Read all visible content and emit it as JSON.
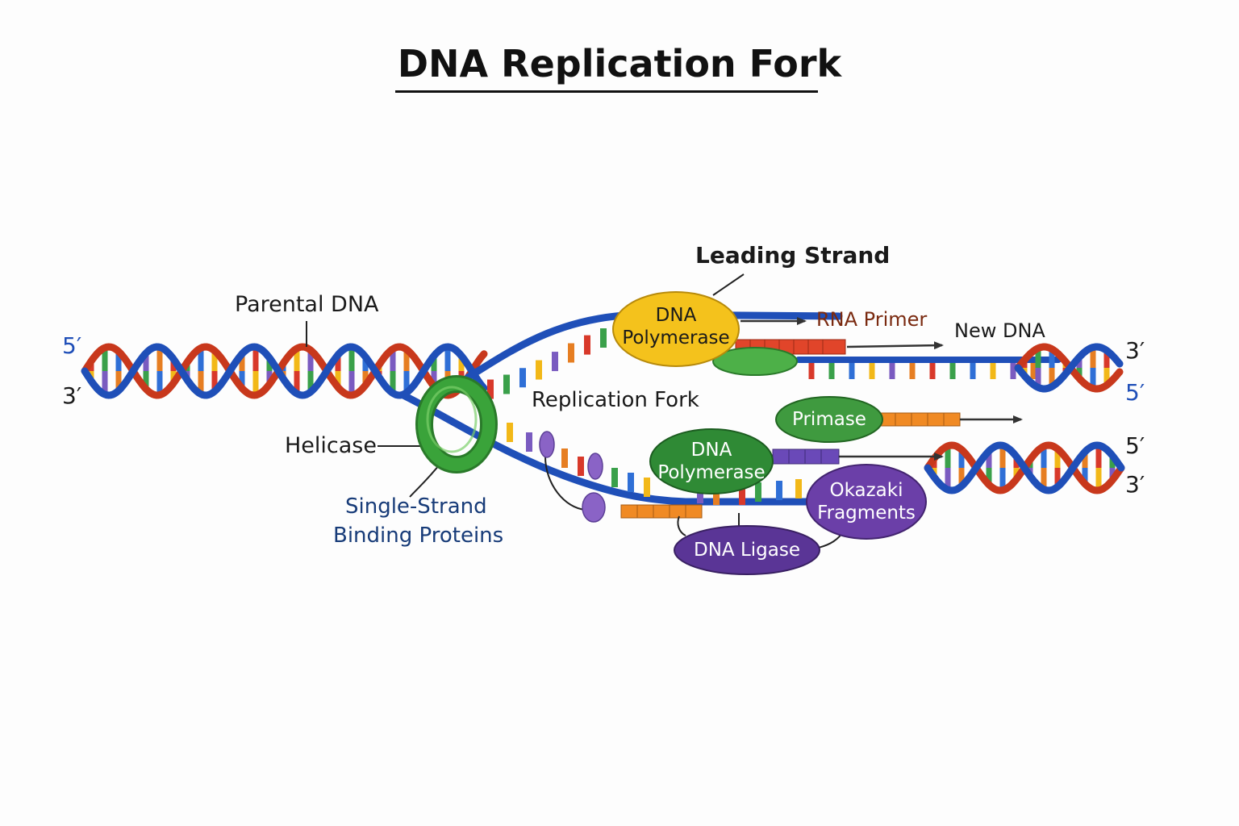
{
  "title": "DNA Replication Fork",
  "labels": {
    "parental_dna": "Parental DNA",
    "leading_strand": "Leading Strand",
    "rna_primer": "RNA Primer",
    "new_dna": "New DNA",
    "replication_fork": "Replication Fork",
    "helicase": "Helicase",
    "ssb_line1": "Single-Strand",
    "ssb_line2": "Binding Proteins"
  },
  "enzymes": {
    "polymerase_top": {
      "line1": "DNA",
      "line2": "Polymerase",
      "color": "#f4c21c"
    },
    "polymerase_bottom": {
      "line1": "DNA",
      "line2": "Polymerase",
      "color": "#2f8a35"
    },
    "primase": {
      "label": "Primase",
      "color": "#3f9a3f"
    },
    "okazaki": {
      "line1": "Okazaki",
      "line2": "Fragments",
      "color": "#6b3fa8"
    },
    "ligase": {
      "label": "DNA Ligase",
      "color": "#5a3596"
    }
  },
  "ends": {
    "left_top": "5′",
    "left_bottom": "3′",
    "right_top_upper": "3′",
    "right_top_lower": "5′",
    "right_bottom_upper": "5′",
    "right_bottom_lower": "3′"
  },
  "colors": {
    "strand_blue": "#1f4fb8",
    "strand_red": "#c8381c",
    "primer_red": "#e1452a",
    "primer_orange": "#f08a24",
    "helicase_green": "#3aa33a",
    "ssb_purple": "#8a63c6",
    "base_colors": [
      "#d8392a",
      "#3aa04a",
      "#2f6fd6",
      "#f2b818",
      "#7a5bc0",
      "#e67e22"
    ]
  }
}
